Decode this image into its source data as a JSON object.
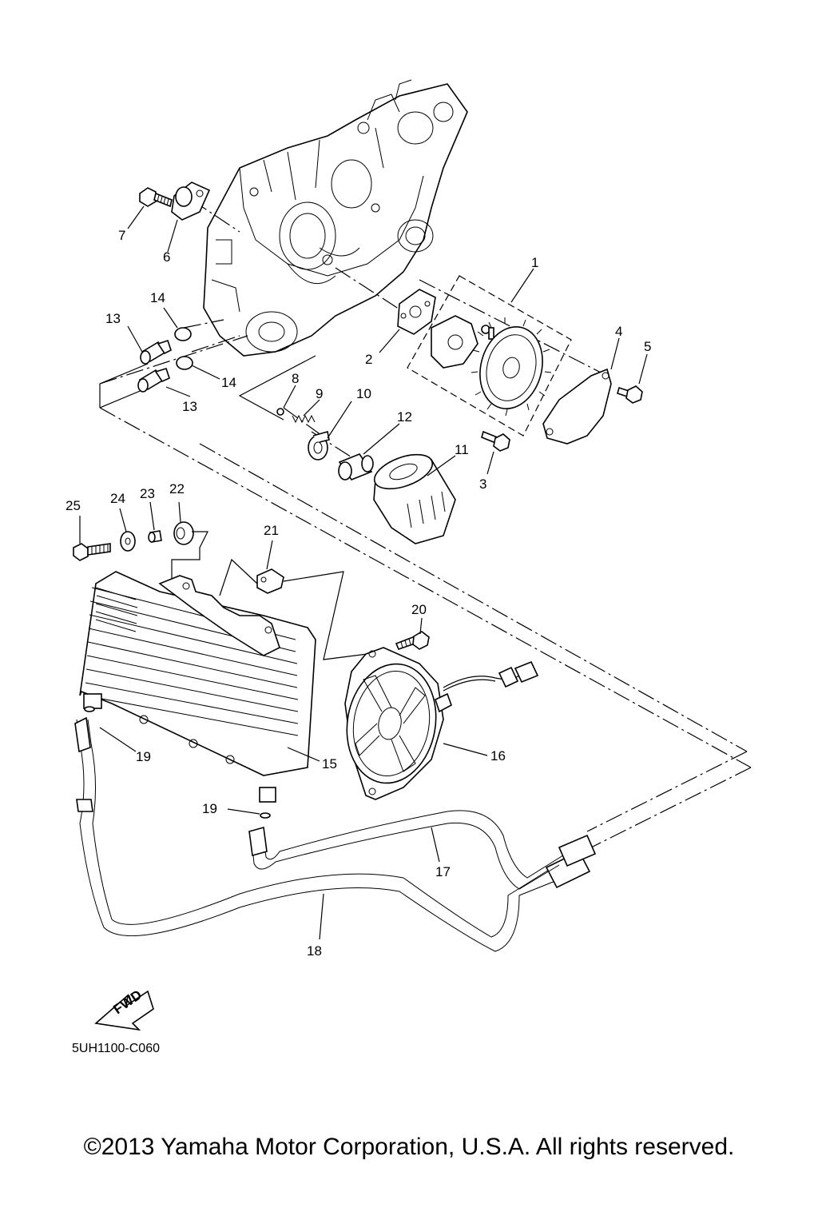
{
  "labels": {
    "p1": "1",
    "p2": "2",
    "p3": "3",
    "p4": "4",
    "p5": "5",
    "p6": "6",
    "p7": "7",
    "p8": "8",
    "p9": "9",
    "p10": "10",
    "p11": "11",
    "p12": "12",
    "p13a": "13",
    "p13b": "13",
    "p14a": "14",
    "p14b": "14",
    "p15": "15",
    "p16": "16",
    "p17": "17",
    "p18": "18",
    "p19a": "19",
    "p19b": "19",
    "p20": "20",
    "p21": "21",
    "p22": "22",
    "p23": "23",
    "p24": "24",
    "p25": "25"
  },
  "fwd_label": "FWD",
  "diagram_code": "5UH1100-C060",
  "copyright": "©2013 Yamaha Motor Corporation, U.S.A. All rights reserved."
}
